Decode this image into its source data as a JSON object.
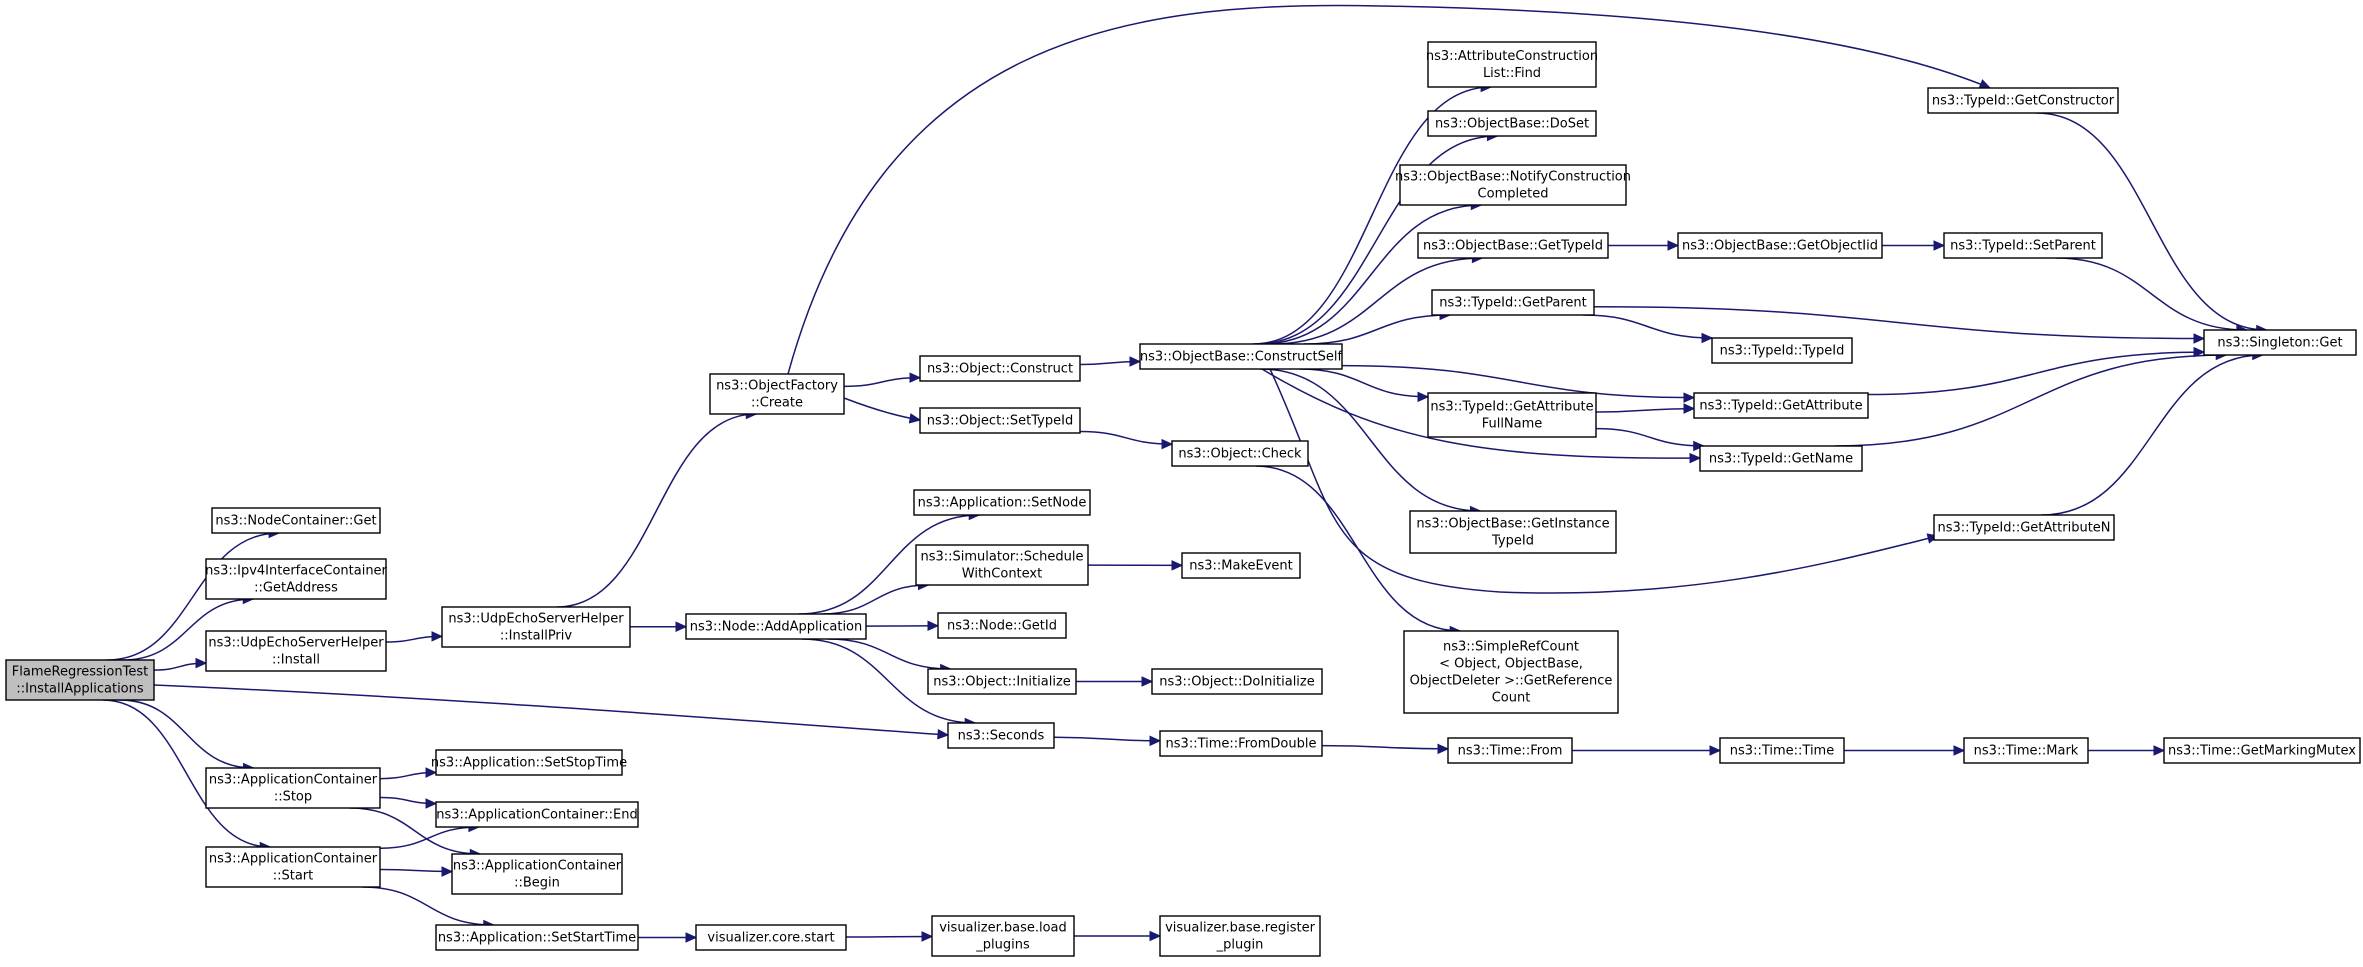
{
  "nodes": [
    {
      "id": "root",
      "lines": [
        "FlameRegressionTest",
        "::InstallApplications"
      ],
      "highlight": true
    },
    {
      "id": "nc_get",
      "lines": [
        "ns3::NodeContainer::Get"
      ]
    },
    {
      "id": "ipv4_getaddr",
      "lines": [
        "ns3::Ipv4InterfaceContainer",
        "::GetAddress"
      ]
    },
    {
      "id": "udp_install",
      "lines": [
        "ns3::UdpEchoServerHelper",
        "::Install"
      ]
    },
    {
      "id": "appc_stop",
      "lines": [
        "ns3::ApplicationContainer",
        "::Stop"
      ]
    },
    {
      "id": "appc_start",
      "lines": [
        "ns3::ApplicationContainer",
        "::Start"
      ]
    },
    {
      "id": "udp_installpriv",
      "lines": [
        "ns3::UdpEchoServerHelper",
        "::InstallPriv"
      ]
    },
    {
      "id": "app_setstoptime",
      "lines": [
        "ns3::Application::SetStopTime"
      ]
    },
    {
      "id": "appc_end",
      "lines": [
        "ns3::ApplicationContainer::End"
      ]
    },
    {
      "id": "appc_begin",
      "lines": [
        "ns3::ApplicationContainer",
        "::Begin"
      ]
    },
    {
      "id": "app_setstarttime",
      "lines": [
        "ns3::Application::SetStartTime"
      ]
    },
    {
      "id": "objfactory_create",
      "lines": [
        "ns3::ObjectFactory",
        "::Create"
      ]
    },
    {
      "id": "node_addapp",
      "lines": [
        "ns3::Node::AddApplication"
      ]
    },
    {
      "id": "vis_core_start",
      "lines": [
        "visualizer.core.start"
      ]
    },
    {
      "id": "object_construct",
      "lines": [
        "ns3::Object::Construct"
      ]
    },
    {
      "id": "object_settypeid",
      "lines": [
        "ns3::Object::SetTypeId"
      ]
    },
    {
      "id": "app_setnode",
      "lines": [
        "ns3::Application::SetNode"
      ]
    },
    {
      "id": "sim_schedule",
      "lines": [
        "ns3::Simulator::Schedule",
        "WithContext"
      ]
    },
    {
      "id": "node_getid",
      "lines": [
        "ns3::Node::GetId"
      ]
    },
    {
      "id": "object_initialize",
      "lines": [
        "ns3::Object::Initialize"
      ]
    },
    {
      "id": "seconds",
      "lines": [
        "ns3::Seconds"
      ]
    },
    {
      "id": "vis_load_plugins",
      "lines": [
        "visualizer.base.load",
        "_plugins"
      ]
    },
    {
      "id": "objbase_constructself",
      "lines": [
        "ns3::ObjectBase::ConstructSelf"
      ]
    },
    {
      "id": "object_check",
      "lines": [
        "ns3::Object::Check"
      ]
    },
    {
      "id": "makeevent",
      "lines": [
        "ns3::MakeEvent"
      ]
    },
    {
      "id": "object_doinitialize",
      "lines": [
        "ns3::Object::DoInitialize"
      ]
    },
    {
      "id": "time_fromdouble",
      "lines": [
        "ns3::Time::FromDouble"
      ]
    },
    {
      "id": "vis_register_plugin",
      "lines": [
        "visualizer.base.register",
        "_plugin"
      ]
    },
    {
      "id": "attrconst_find",
      "lines": [
        "ns3::AttributeConstruction",
        "List::Find"
      ]
    },
    {
      "id": "objbase_doset",
      "lines": [
        "ns3::ObjectBase::DoSet"
      ]
    },
    {
      "id": "objbase_notify",
      "lines": [
        "ns3::ObjectBase::NotifyConstruction",
        "Completed"
      ]
    },
    {
      "id": "objbase_gettypeid",
      "lines": [
        "ns3::ObjectBase::GetTypeId"
      ]
    },
    {
      "id": "typeid_getparent",
      "lines": [
        "ns3::TypeId::GetParent"
      ]
    },
    {
      "id": "typeid_getattrfullname",
      "lines": [
        "ns3::TypeId::GetAttribute",
        "FullName"
      ]
    },
    {
      "id": "objbase_getinstancetypeid",
      "lines": [
        "ns3::ObjectBase::GetInstance",
        "TypeId"
      ]
    },
    {
      "id": "simplerefcount",
      "lines": [
        "ns3::SimpleRefCount",
        "< Object, ObjectBase,",
        " ObjectDeleter >::GetReference",
        "Count"
      ]
    },
    {
      "id": "time_from",
      "lines": [
        "ns3::Time::From"
      ]
    },
    {
      "id": "objbase_getobjectiid",
      "lines": [
        "ns3::ObjectBase::GetObjectIid"
      ]
    },
    {
      "id": "typeid_typeid",
      "lines": [
        "ns3::TypeId::TypeId"
      ]
    },
    {
      "id": "typeid_getattribute",
      "lines": [
        "ns3::TypeId::GetAttribute"
      ]
    },
    {
      "id": "typeid_getname",
      "lines": [
        "ns3::TypeId::GetName"
      ]
    },
    {
      "id": "time_time",
      "lines": [
        "ns3::Time::Time"
      ]
    },
    {
      "id": "typeid_getconstructor",
      "lines": [
        "ns3::TypeId::GetConstructor"
      ]
    },
    {
      "id": "typeid_setparent",
      "lines": [
        "ns3::TypeId::SetParent"
      ]
    },
    {
      "id": "typeid_getattributen",
      "lines": [
        "ns3::TypeId::GetAttributeN"
      ]
    },
    {
      "id": "time_mark",
      "lines": [
        "ns3::Time::Mark"
      ]
    },
    {
      "id": "singleton_get",
      "lines": [
        "ns3::Singleton::Get"
      ]
    },
    {
      "id": "time_getmarkingmutex",
      "lines": [
        "ns3::Time::GetMarkingMutex"
      ]
    }
  ],
  "edges": [
    [
      "root",
      "nc_get"
    ],
    [
      "root",
      "ipv4_getaddr"
    ],
    [
      "root",
      "udp_install"
    ],
    [
      "root",
      "appc_stop"
    ],
    [
      "root",
      "appc_start"
    ],
    [
      "root",
      "seconds"
    ],
    [
      "udp_install",
      "udp_installpriv"
    ],
    [
      "udp_installpriv",
      "objfactory_create"
    ],
    [
      "udp_installpriv",
      "node_addapp"
    ],
    [
      "appc_stop",
      "app_setstoptime"
    ],
    [
      "appc_stop",
      "appc_end"
    ],
    [
      "appc_stop",
      "appc_begin"
    ],
    [
      "appc_start",
      "appc_end"
    ],
    [
      "appc_start",
      "appc_begin"
    ],
    [
      "appc_start",
      "app_setstarttime"
    ],
    [
      "app_setstarttime",
      "vis_core_start"
    ],
    [
      "vis_core_start",
      "vis_load_plugins"
    ],
    [
      "vis_load_plugins",
      "vis_register_plugin"
    ],
    [
      "objfactory_create",
      "typeid_getconstructor"
    ],
    [
      "objfactory_create",
      "object_construct"
    ],
    [
      "objfactory_create",
      "object_settypeid"
    ],
    [
      "object_construct",
      "objbase_constructself"
    ],
    [
      "object_settypeid",
      "object_check"
    ],
    [
      "object_check",
      "simplerefcount"
    ],
    [
      "node_addapp",
      "app_setnode"
    ],
    [
      "node_addapp",
      "sim_schedule"
    ],
    [
      "node_addapp",
      "node_getid"
    ],
    [
      "node_addapp",
      "object_initialize"
    ],
    [
      "node_addapp",
      "seconds"
    ],
    [
      "sim_schedule",
      "makeevent"
    ],
    [
      "object_initialize",
      "object_doinitialize"
    ],
    [
      "seconds",
      "time_fromdouble"
    ],
    [
      "time_fromdouble",
      "time_from"
    ],
    [
      "time_from",
      "time_time"
    ],
    [
      "time_time",
      "time_mark"
    ],
    [
      "time_mark",
      "time_getmarkingmutex"
    ],
    [
      "objbase_constructself",
      "attrconst_find"
    ],
    [
      "objbase_constructself",
      "objbase_doset"
    ],
    [
      "objbase_constructself",
      "objbase_notify"
    ],
    [
      "objbase_constructself",
      "objbase_gettypeid"
    ],
    [
      "objbase_constructself",
      "typeid_getparent"
    ],
    [
      "objbase_constructself",
      "typeid_getattribute"
    ],
    [
      "objbase_constructself",
      "typeid_getattrfullname"
    ],
    [
      "objbase_constructself",
      "typeid_getname"
    ],
    [
      "objbase_constructself",
      "objbase_getinstancetypeid"
    ],
    [
      "objbase_constructself",
      "typeid_getattributen"
    ],
    [
      "objbase_gettypeid",
      "objbase_getobjectiid"
    ],
    [
      "objbase_getobjectiid",
      "typeid_setparent"
    ],
    [
      "typeid_getparent",
      "typeid_typeid"
    ],
    [
      "typeid_getparent",
      "singleton_get"
    ],
    [
      "typeid_getattrfullname",
      "typeid_getattribute"
    ],
    [
      "typeid_getattrfullname",
      "typeid_getname"
    ],
    [
      "typeid_getattribute",
      "singleton_get"
    ],
    [
      "typeid_getname",
      "singleton_get"
    ],
    [
      "typeid_getconstructor",
      "singleton_get"
    ],
    [
      "typeid_setparent",
      "singleton_get"
    ],
    [
      "typeid_getattributen",
      "singleton_get"
    ]
  ]
}
